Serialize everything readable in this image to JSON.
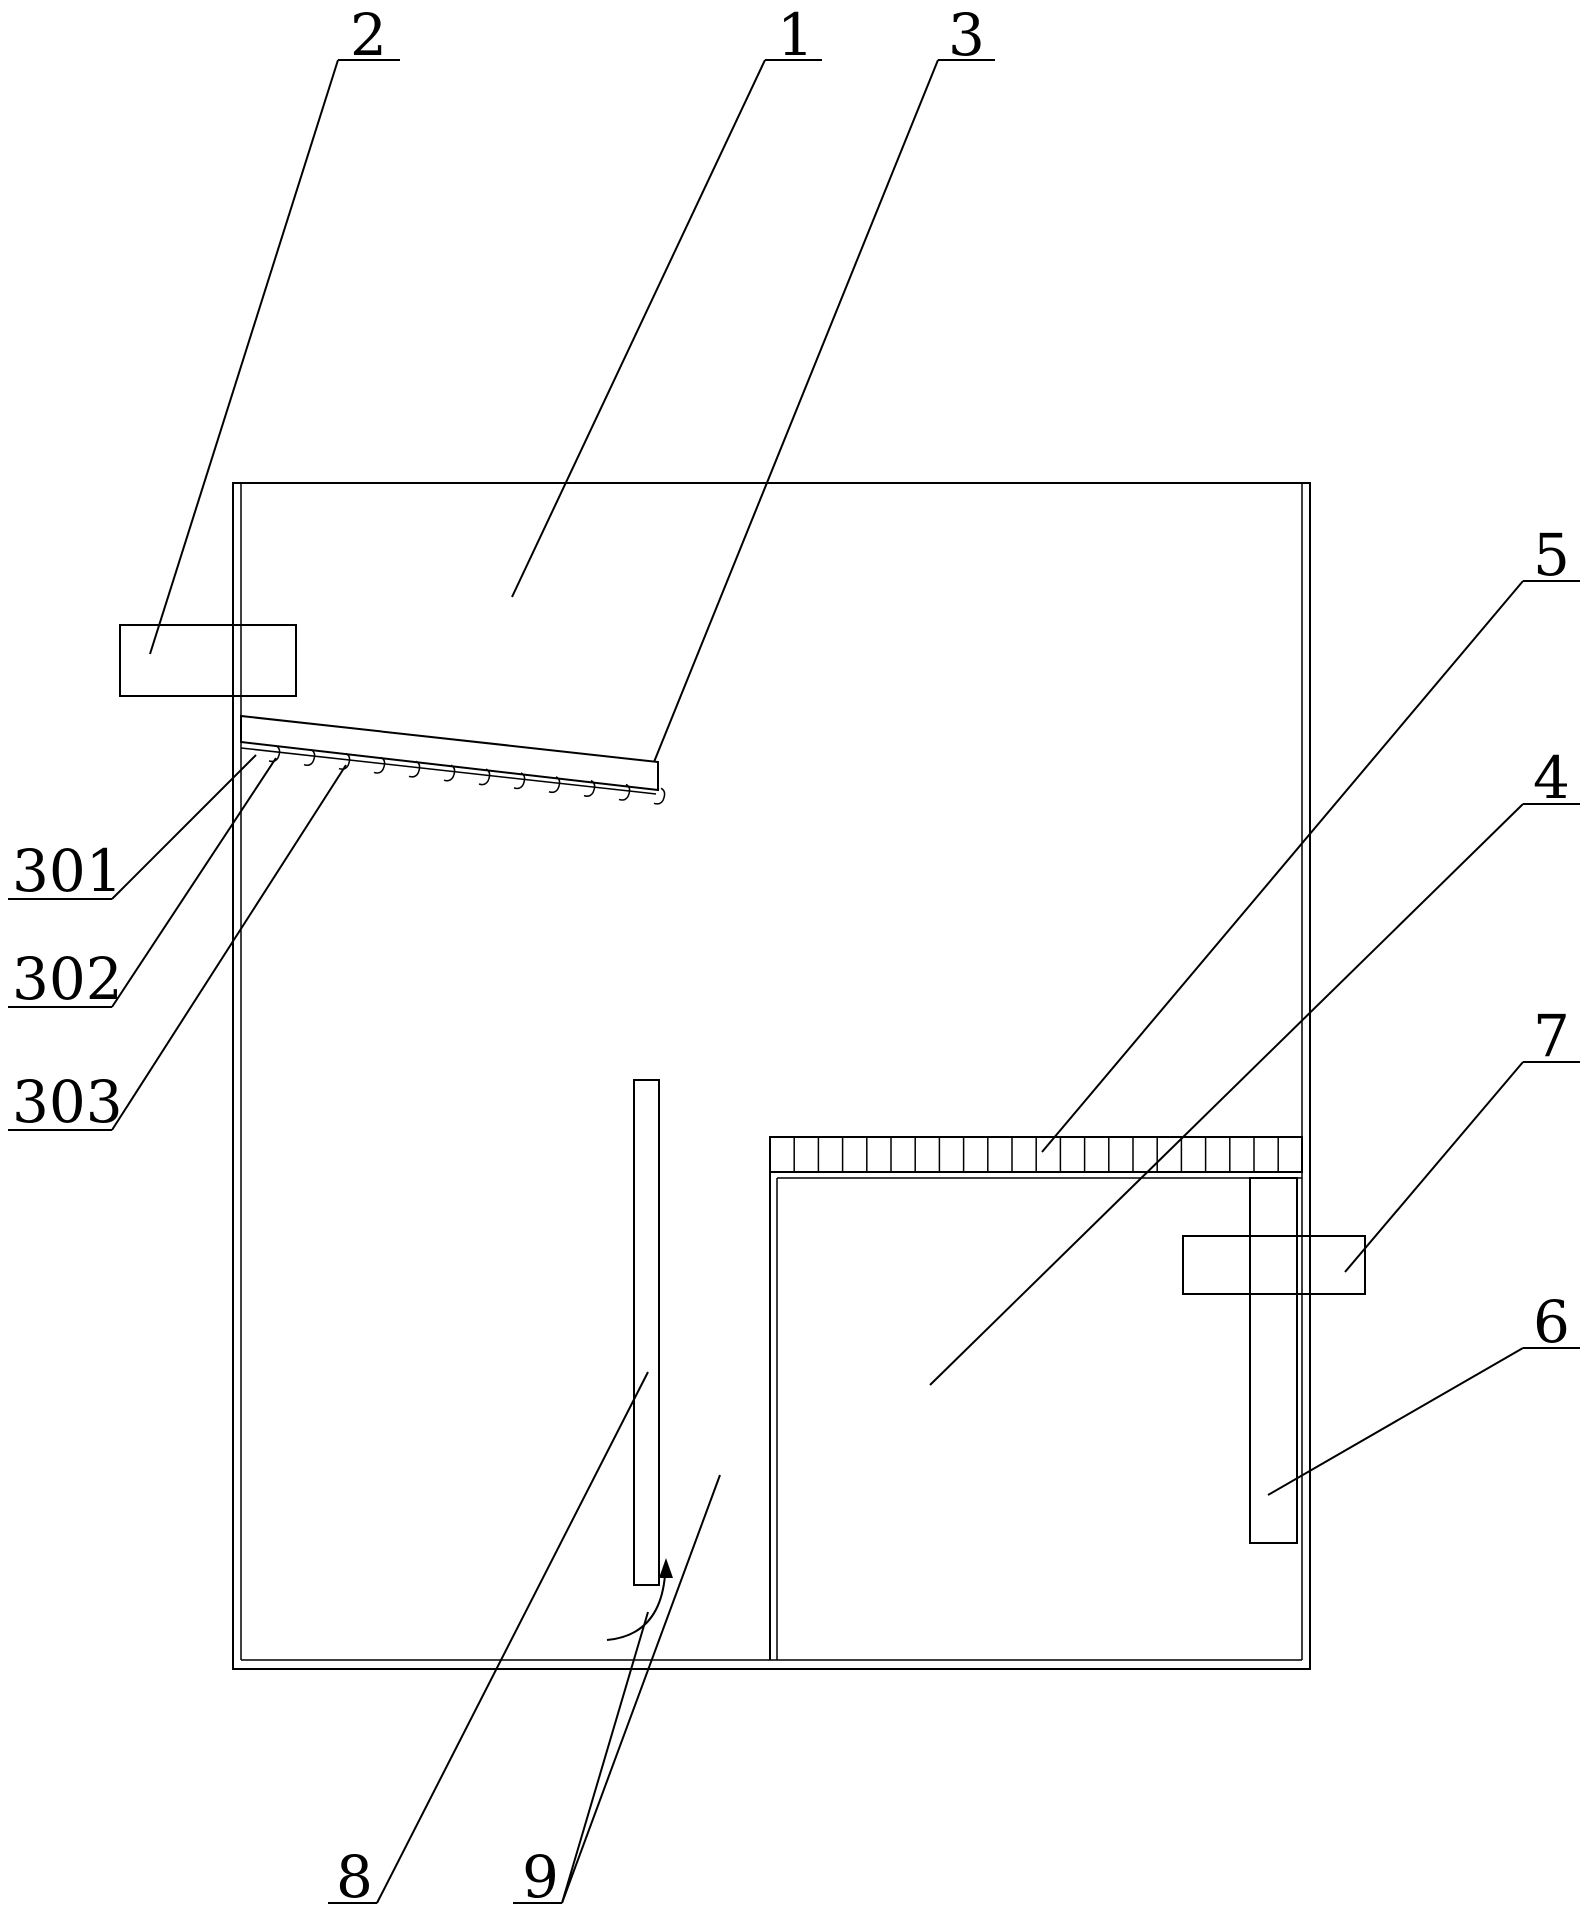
{
  "figure": {
    "labels": {
      "l1": "1",
      "l2": "2",
      "l3": "3",
      "l4": "4",
      "l5": "5",
      "l6": "6",
      "l7": "7",
      "l8": "8",
      "l9": "9",
      "l301": "301",
      "l302": "302",
      "l303": "303"
    }
  }
}
